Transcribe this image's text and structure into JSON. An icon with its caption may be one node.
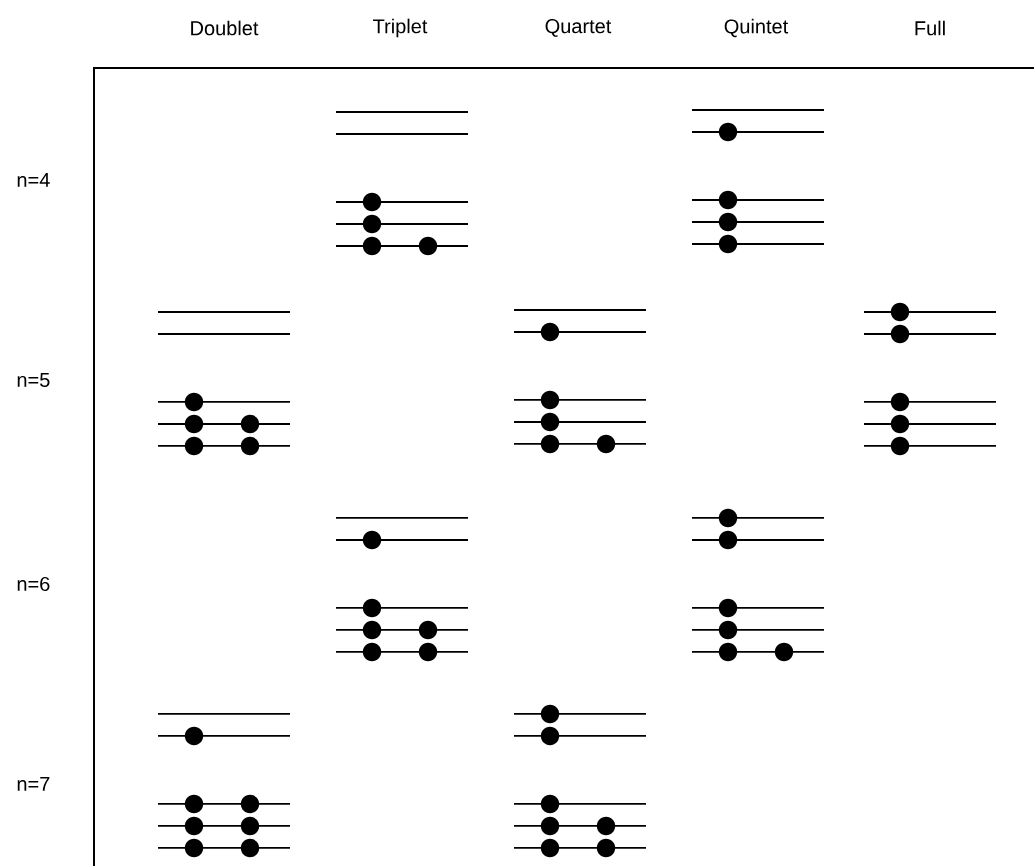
{
  "diagram": {
    "labels": [
      "Doublet",
      "Triplet",
      "Quartet",
      "Quintet",
      "Full",
      "n=4",
      "n=5",
      "n=6",
      "n=7"
    ]
  }
}
